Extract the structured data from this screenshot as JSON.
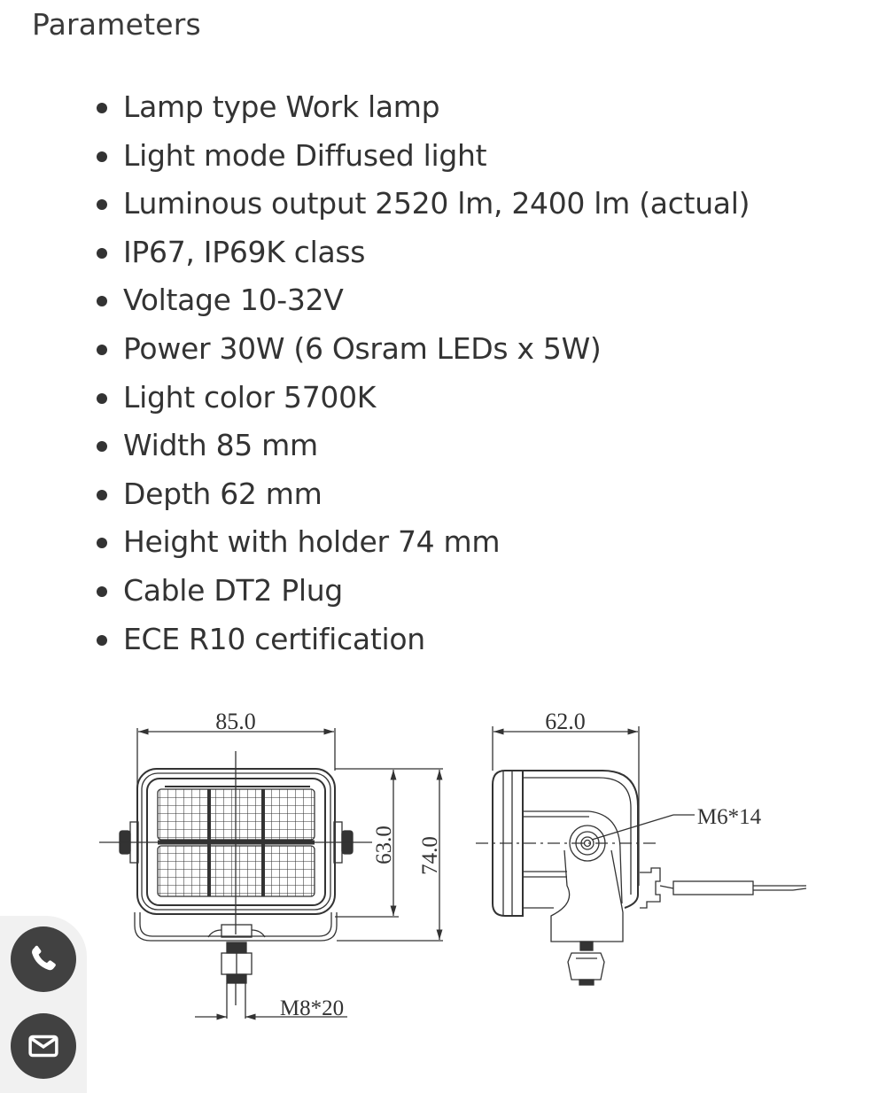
{
  "section": {
    "title": "Parameters"
  },
  "parameters": [
    "Lamp type Work lamp",
    "Light mode Diffused light",
    "Luminous output 2520 lm, 2400 lm (actual)",
    "IP67, IP69K class",
    "Voltage 10-32V",
    "Power 30W (6 Osram LEDs x 5W)",
    "Light color 5700K",
    "Width 85 mm",
    "Depth 62 mm",
    "Height with holder 74 mm",
    "Cable DT2 Plug",
    "ECE R10 certification"
  ],
  "drawing": {
    "front_view": {
      "width_dim": "85.0",
      "lens_height_dim": "63.0",
      "total_height_dim": "74.0",
      "bolt_label": "M8*20"
    },
    "side_view": {
      "depth_dim": "62.0",
      "pivot_label": "M6*14"
    }
  },
  "contact": {
    "icons": [
      "phone-icon",
      "mail-icon"
    ],
    "button_color": "#414141",
    "panel_color": "#f1f1f1"
  }
}
